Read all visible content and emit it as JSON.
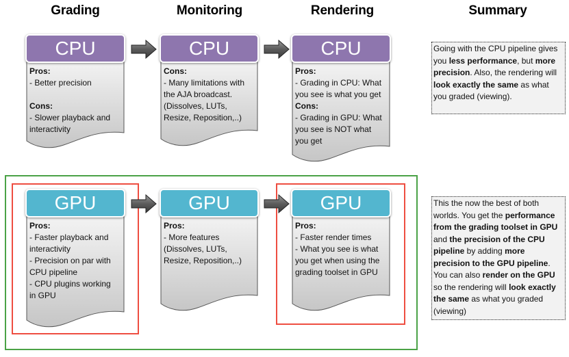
{
  "columns": [
    "Grading",
    "Monitoring",
    "Rendering",
    "Summary"
  ],
  "cpu_row": {
    "cards": [
      {
        "label": "CPU",
        "sections": [
          {
            "heading": "Pros:",
            "items": [
              "- Better precision"
            ]
          },
          {
            "heading": "Cons:",
            "items": [
              "- Slower playback and",
              "interactivity"
            ]
          }
        ]
      },
      {
        "label": "CPU",
        "sections": [
          {
            "heading": "Cons:",
            "items": [
              "- Many limitations with",
              "the AJA broadcast.",
              "(Dissolves, LUTs,",
              "Resize, Reposition,..)"
            ]
          }
        ]
      },
      {
        "label": "CPU",
        "sections": [
          {
            "heading": "Pros:",
            "items": [
              "- Grading in CPU: What",
              "you see is what you get"
            ]
          },
          {
            "heading": "Cons:",
            "items": [
              "- Grading in GPU: What",
              "you see is NOT what",
              "you get"
            ]
          }
        ]
      }
    ],
    "summary": [
      {
        "t": "Going with the CPU pipeline gives you ",
        "b": false
      },
      {
        "t": "less performance",
        "b": true
      },
      {
        "t": ", but ",
        "b": false
      },
      {
        "t": "more precision",
        "b": true
      },
      {
        "t": ". Also, the rendering will ",
        "b": false
      },
      {
        "t": "look exactly the same",
        "b": true
      },
      {
        "t": " as what you graded (viewing).",
        "b": false
      }
    ]
  },
  "gpu_row": {
    "cards": [
      {
        "label": "GPU",
        "sections": [
          {
            "heading": "Pros:",
            "items": [
              "- Faster playback and",
              "interactivity",
              "- Precision on par with",
              "CPU pipeline",
              "- CPU plugins working",
              "in GPU"
            ]
          }
        ]
      },
      {
        "label": "GPU",
        "sections": [
          {
            "heading": "Pros:",
            "items": [
              "- More features",
              "(Dissolves, LUTs,",
              "Resize, Reposition,..)"
            ]
          }
        ]
      },
      {
        "label": "GPU",
        "sections": [
          {
            "heading": "Pros:",
            "items": [
              "- Faster render times",
              "- What you see is what",
              "you get when using the",
              "grading toolset in GPU"
            ]
          }
        ]
      }
    ],
    "summary": [
      {
        "t": "This the now the best of both worlds. You get the ",
        "b": false
      },
      {
        "t": "performance from the grading toolset in GPU",
        "b": true
      },
      {
        "t": " and ",
        "b": false
      },
      {
        "t": "the precision of the CPU pipeline",
        "b": true
      },
      {
        "t": " by adding ",
        "b": false
      },
      {
        "t": "more precision to the GPU pipeline",
        "b": true
      },
      {
        "t": ". You can also ",
        "b": false
      },
      {
        "t": "render on the GPU",
        "b": true
      },
      {
        "t": " so the rendering will ",
        "b": false
      },
      {
        "t": "look exactly the same",
        "b": true
      },
      {
        "t": " as what you graded (viewing)",
        "b": false
      }
    ]
  },
  "colors": {
    "cpu_header": "#8e76ae",
    "gpu_header": "#53b6cf",
    "highlight_frame_green": "#4aa246",
    "highlight_frame_red": "#ee4d40",
    "summary_background": "#f2f2f2"
  }
}
